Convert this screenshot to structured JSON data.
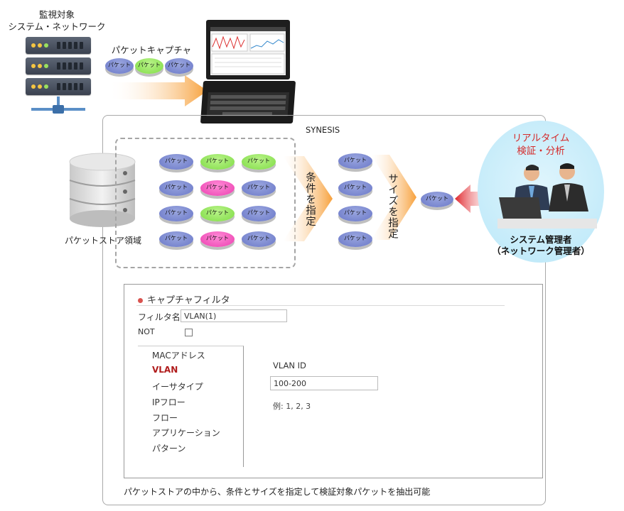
{
  "source": {
    "monitored_line1": "監視対象",
    "monitored_line2": "システム・ネットワーク",
    "capture_label": "パケットキャプチャ",
    "packet": "パケット"
  },
  "device": {
    "name": "SYNESIS"
  },
  "store": {
    "label": "パケットストア領域"
  },
  "steps": {
    "condition": "条件を指定",
    "size": "サイズを指定"
  },
  "admin": {
    "rt_line1": "リアルタイム",
    "rt_line2": "検証・分析",
    "role_line1": "システム管理者",
    "role_line2": "（ネットワーク管理者）"
  },
  "filter": {
    "title": "キャプチャフィルタ",
    "name_label": "フィルタ名",
    "name_value": "VLAN(1)",
    "not_label": "NOT",
    "items": [
      "MACアドレス",
      "VLAN",
      "イーサタイプ",
      "IPフロー",
      "フロー",
      "アプリケーション",
      "パターン"
    ],
    "vlan_id_label": "VLAN ID",
    "vlan_id_value": "100-200",
    "example": "例: 1, 2, 3"
  },
  "footer": "パケットストアの中から、条件とサイズを指定して検証対象パケットを抽出可能",
  "colors": {
    "accent_orange": "#f7a03a",
    "accent_red": "#e0262c",
    "packet_blue": "#7482cf",
    "packet_green": "#8fe058",
    "packet_pink": "#f04fbb",
    "admin_bg": "#c4ecfa"
  }
}
